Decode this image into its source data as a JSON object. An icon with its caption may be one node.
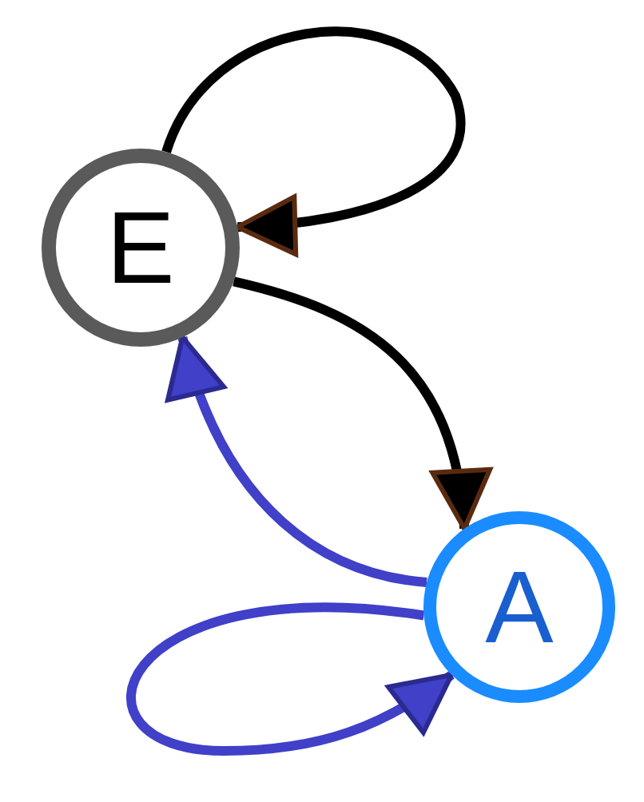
{
  "diagram": {
    "nodes": [
      {
        "text": [
          "E"
        ]
      },
      {
        "text": [
          "A"
        ]
      }
    ],
    "edges": [
      {
        "from": 0,
        "to": 0,
        "arrow": "to"
      },
      {
        "from": 0,
        "to": 1,
        "arrow": "to"
      },
      {
        "from": 1,
        "to": 0,
        "arrow": "to",
        "color": "#4040c8"
      },
      {
        "from": 1,
        "to": 1,
        "arrow": "to",
        "color": "#4040c8"
      }
    ]
  }
}
